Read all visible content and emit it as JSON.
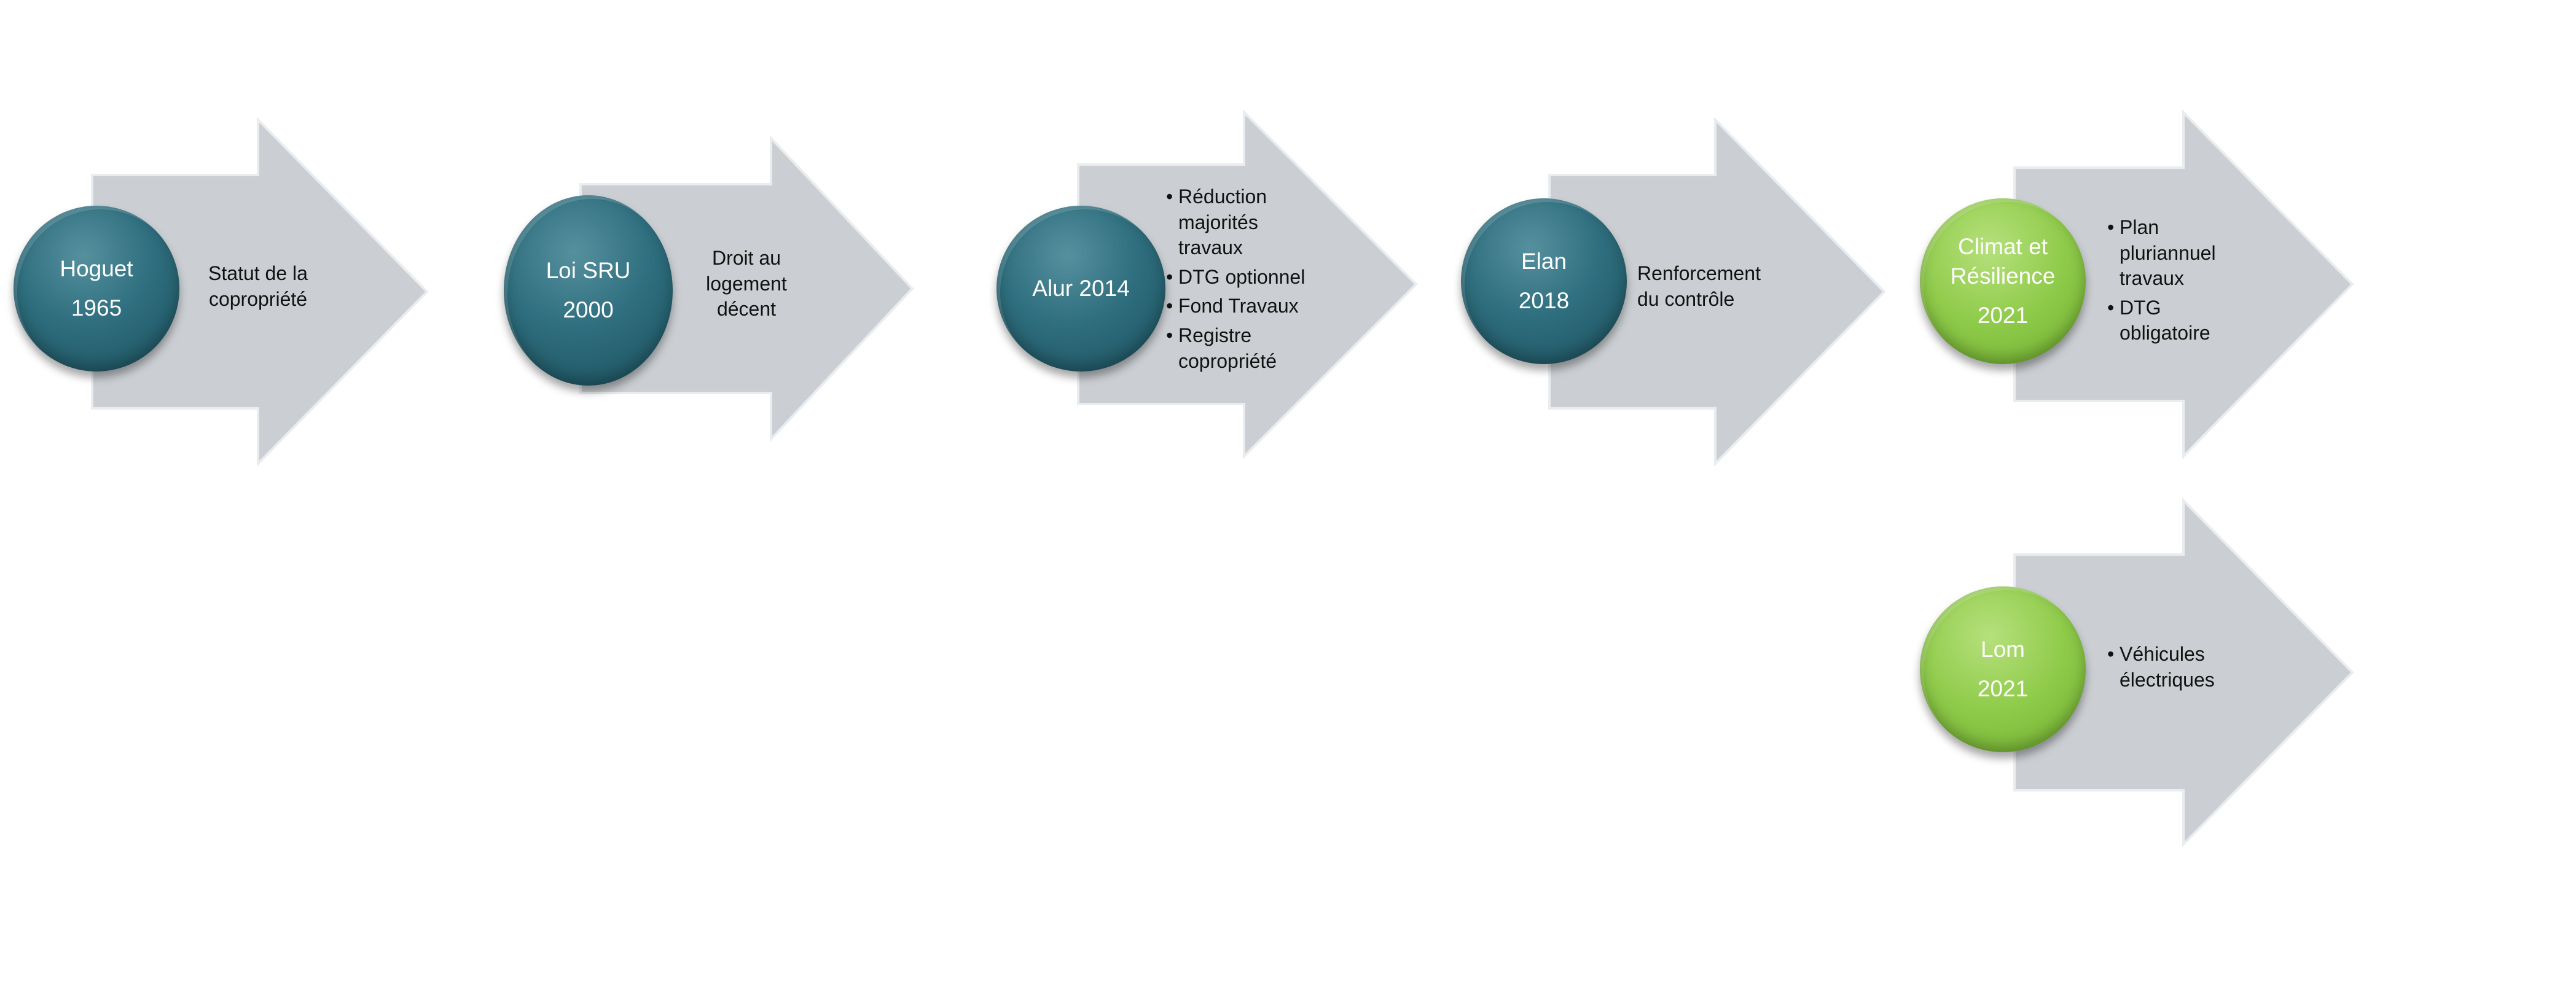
{
  "colors": {
    "arrow_fill": "#cbcfd3",
    "teal": "#2f6f7f",
    "green": "#8fcb4a"
  },
  "steps": [
    {
      "title": "Hoguet",
      "year": "1965",
      "color": "teal",
      "text": "Statut de la copropriété"
    },
    {
      "title": "Loi SRU",
      "year": "2000",
      "color": "teal",
      "text": "Droit au logement décent"
    },
    {
      "title": "Alur 2014",
      "year": "",
      "color": "teal",
      "bullets": [
        "Réduction majorités travaux",
        "DTG optionnel",
        "Fond Travaux",
        "Registre copropriété"
      ]
    },
    {
      "title": "Elan",
      "year": "2018",
      "color": "teal",
      "text": "Renforcement du contrôle"
    },
    {
      "title": "Climat et Résilience",
      "year": "2021",
      "color": "green",
      "bullets": [
        "Plan pluriannuel travaux",
        "DTG obligatoire"
      ]
    },
    {
      "title": "Lom",
      "year": "2021",
      "color": "green",
      "bullets": [
        "Véhicules électriques"
      ]
    }
  ]
}
